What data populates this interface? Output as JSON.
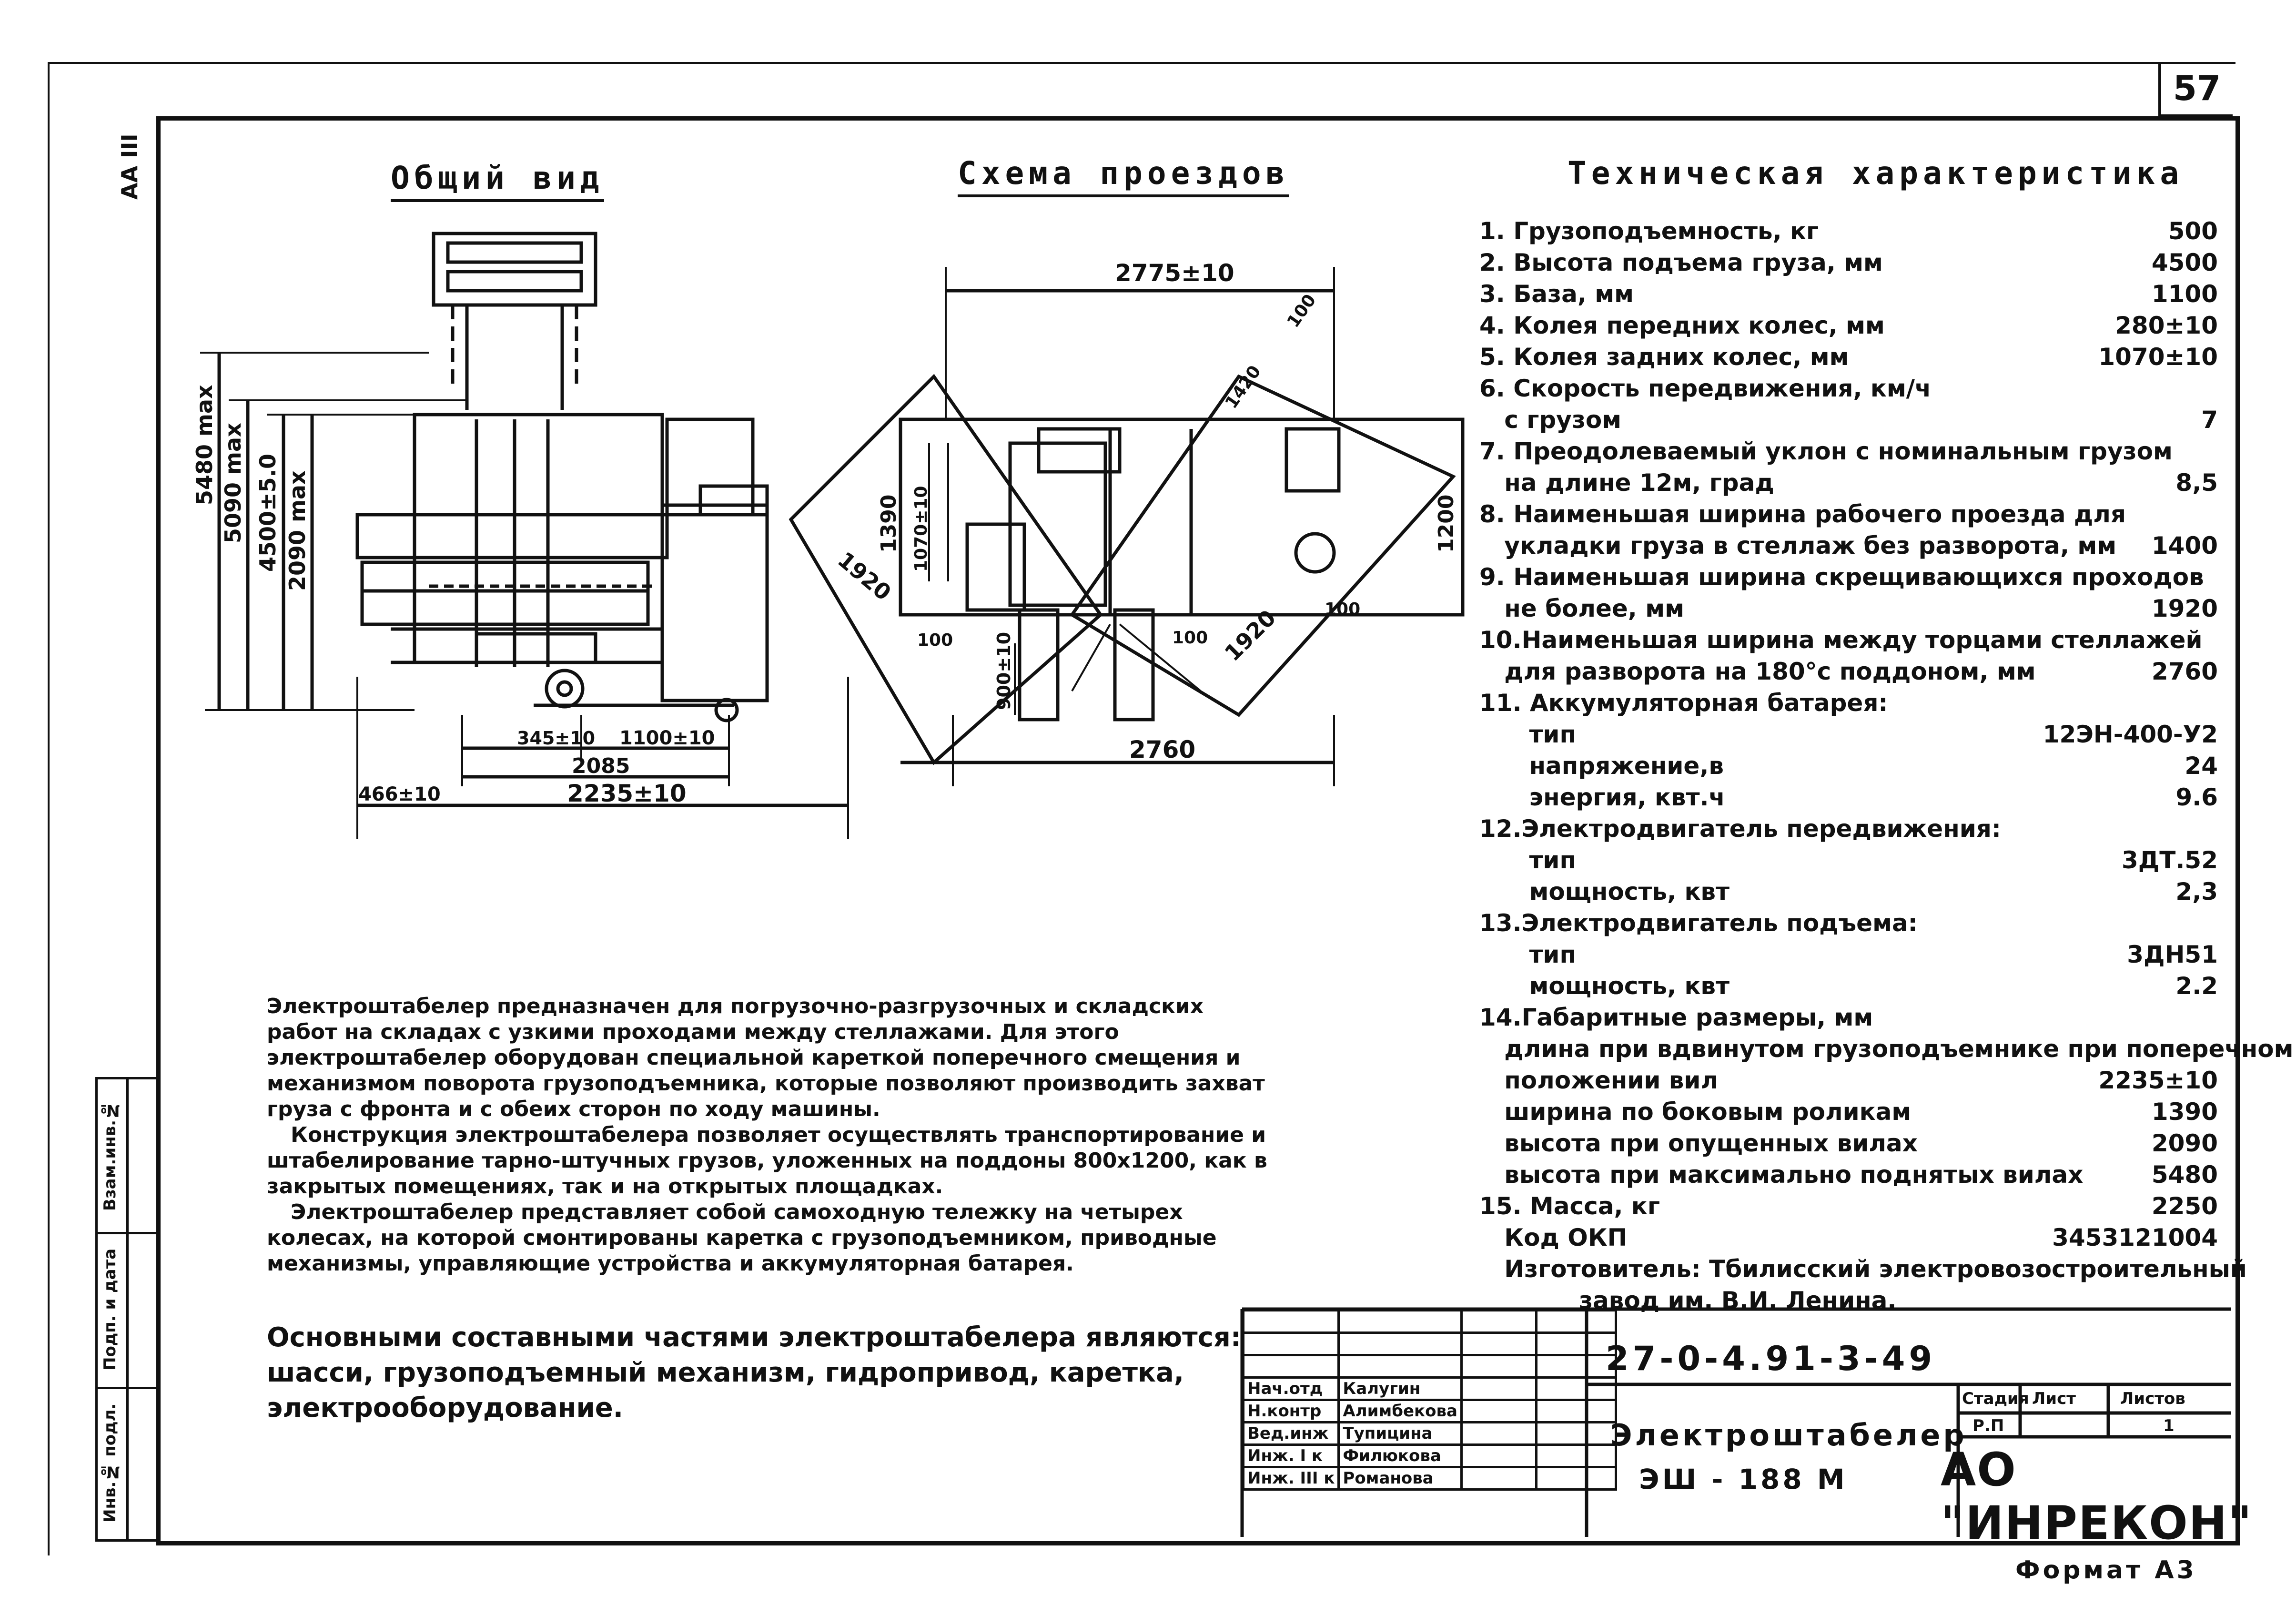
{
  "page_number": "57",
  "edge_label": "АА III",
  "headings": {
    "general_view": "Общий вид",
    "scheme": "Схема проездов",
    "specs": "Техническая характеристика"
  },
  "general_view_dims": {
    "h_total": "5480 max",
    "h_5090": "5090 max",
    "h_4500": "4500±5.0",
    "h_2090": "2090 max",
    "w_345": "345±10",
    "w_1100": "1100±10",
    "w_2085": "2085",
    "w_466": "466±10",
    "w_2235": "2235±10"
  },
  "scheme_dims": {
    "top": "2775±10",
    "d100": "100",
    "r1420": "1420",
    "h1390": "1390",
    "h1070": "1070±10",
    "diag_left": "1920",
    "diag_right": "1920",
    "h1200": "1200",
    "s100a": "100",
    "s100b": "100",
    "s100c": "100",
    "h900": "900±10",
    "bottom": "2760"
  },
  "specs": [
    {
      "label": "1. Грузоподъемность, кг",
      "value": "500"
    },
    {
      "label": "2. Высота подъема груза, мм",
      "value": "4500"
    },
    {
      "label": "3. База, мм",
      "value": "1100"
    },
    {
      "label": "4. Колея передних колес, мм",
      "value": "280±10"
    },
    {
      "label": "5. Колея задних колес, мм",
      "value": "1070±10"
    },
    {
      "label": "6. Скорость передвижения, км/ч",
      "value": ""
    },
    {
      "label": "   с грузом",
      "value": "7"
    },
    {
      "label": "7. Преодолеваемый уклон с номинальным грузом",
      "value": ""
    },
    {
      "label": "   на длине 12м, град",
      "value": "8,5"
    },
    {
      "label": "8. Наименьшая ширина рабочего проезда для",
      "value": ""
    },
    {
      "label": "   укладки груза в стеллаж без разворота, мм",
      "value": "1400"
    },
    {
      "label": "9. Наименьшая ширина скрещивающихся проходов",
      "value": ""
    },
    {
      "label": "   не более, мм",
      "value": "1920"
    },
    {
      "label": "10.Наименьшая ширина между торцами стеллажей",
      "value": ""
    },
    {
      "label": "   для разворота на 180°с поддоном, мм",
      "value": "2760"
    },
    {
      "label": "11. Аккумуляторная батарея:",
      "value": ""
    },
    {
      "label": "      тип",
      "value": "12ЭН-400-У2"
    },
    {
      "label": "      напряжение,в",
      "value": "24"
    },
    {
      "label": "      энергия, квт.ч",
      "value": "9.6"
    },
    {
      "label": "12.Электродвигатель передвижения:",
      "value": ""
    },
    {
      "label": "      тип",
      "value": "3ДТ.52"
    },
    {
      "label": "      мощность, квт",
      "value": "2,3"
    },
    {
      "label": "13.Электродвигатель подъема:",
      "value": ""
    },
    {
      "label": "      тип",
      "value": "3ДН51"
    },
    {
      "label": "      мощность, квт",
      "value": "2.2"
    },
    {
      "label": "14.Габаритные размеры, мм",
      "value": ""
    },
    {
      "label": "   длина при вдвинутом грузоподъемнике при поперечном",
      "value": ""
    },
    {
      "label": "   положении вил",
      "value": "2235±10"
    },
    {
      "label": "   ширина по боковым роликам",
      "value": "1390"
    },
    {
      "label": "   высота при опущенных вилах",
      "value": "2090"
    },
    {
      "label": "   высота при максимально поднятых вилах",
      "value": "5480"
    },
    {
      "label": "15. Масса, кг",
      "value": "2250"
    },
    {
      "label": "   Код ОКП",
      "value": "3453121004"
    },
    {
      "label": "   Изготовитель: Тбилисский электровозостроительный",
      "value": ""
    },
    {
      "label": "            завод им. В.И. Ленина.",
      "value": ""
    }
  ],
  "description": [
    "Электроштабелер предназначен для погрузочно-разгрузочных и складских работ на складах с узкими проходами между стеллажами. Для этого электроштабелер оборудован специальной кареткой поперечного смещения и механизмом поворота грузоподъемника, которые позволяют производить захват груза с фронта и с обеих сторон по ходу машины.",
    "Конструкция электроштабелера позволяет осуществлять транспортирование и штабелирование тарно-штучных грузов, уложенных на поддоны 800х1200, как в закрытых помещениях, так и на открытых площадках.",
    "Электроштабелер представляет собой самоходную тележку на четырех колесах, на которой смонтированы каретка с грузоподъемником, приводные механизмы, управляющие устройства и аккумуляторная батарея."
  ],
  "main_parts": "Основными составными частями электроштабелера являются: шасси, грузоподъемный механизм, гидропривод, каретка, электрооборудование.",
  "left_strip": {
    "inv_podl": "Инв.№ подл.",
    "podp_data": "Подп. и дата",
    "vzam_inv": "Взам.инв.№"
  },
  "stamp": {
    "doc_number": "27-0-4.91-3-49",
    "title_line1": "Электроштабелер",
    "title_line2": "ЭШ - 188 М",
    "stage_headers": [
      "Стадия",
      "Лист",
      "Листов"
    ],
    "stage_values": [
      "Р.П",
      "",
      "1"
    ],
    "company": "АО \"ИНРЕКОН\"",
    "format": "Формат А3",
    "signers": [
      {
        "role": "Нач.отд",
        "name": "Калугин"
      },
      {
        "role": "Н.контр",
        "name": "Алимбекова"
      },
      {
        "role": "Вед.инж",
        "name": "Тупицина"
      },
      {
        "role": "Инж. I к",
        "name": "Филюкова"
      },
      {
        "role": "Инж. III к",
        "name": "Романова"
      }
    ]
  }
}
